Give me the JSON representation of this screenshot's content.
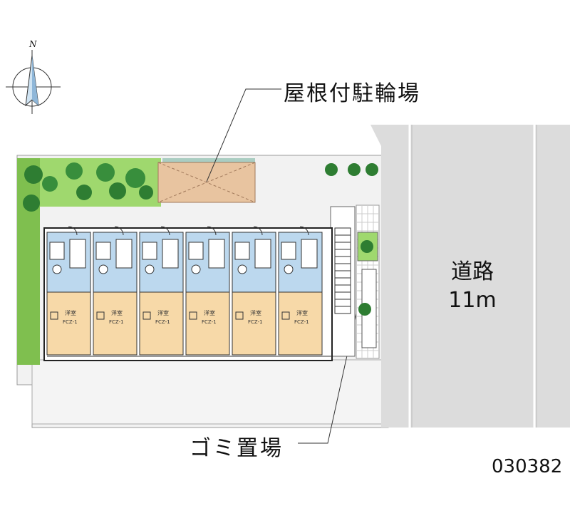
{
  "compass": {
    "north_letter": "N",
    "icon": "compass-icon"
  },
  "labels": {
    "roofed_bicycle_parking": "屋根付駐輪場",
    "garbage_area": "ゴミ置場",
    "road_name": "道路",
    "road_width": "11m",
    "property_code": "030382"
  },
  "units": [
    {
      "room_type": "洋室",
      "floor": "FCZ-1"
    },
    {
      "room_type": "洋室",
      "floor": "FCZ-1"
    },
    {
      "room_type": "洋室",
      "floor": "FCZ-1"
    },
    {
      "room_type": "洋室",
      "floor": "FCZ-1"
    },
    {
      "room_type": "洋室",
      "floor": "FCZ-1"
    },
    {
      "room_type": "洋室",
      "floor": "FCZ-1"
    }
  ],
  "colors": {
    "road": "#dcdcdc",
    "lot": "#f2f2f2",
    "wet_area": "#bcd8ee",
    "room": "#f7d9a8",
    "parking": "#e8c4a0",
    "greenery": "#7fbf4f",
    "tree": "#2e7d32"
  }
}
